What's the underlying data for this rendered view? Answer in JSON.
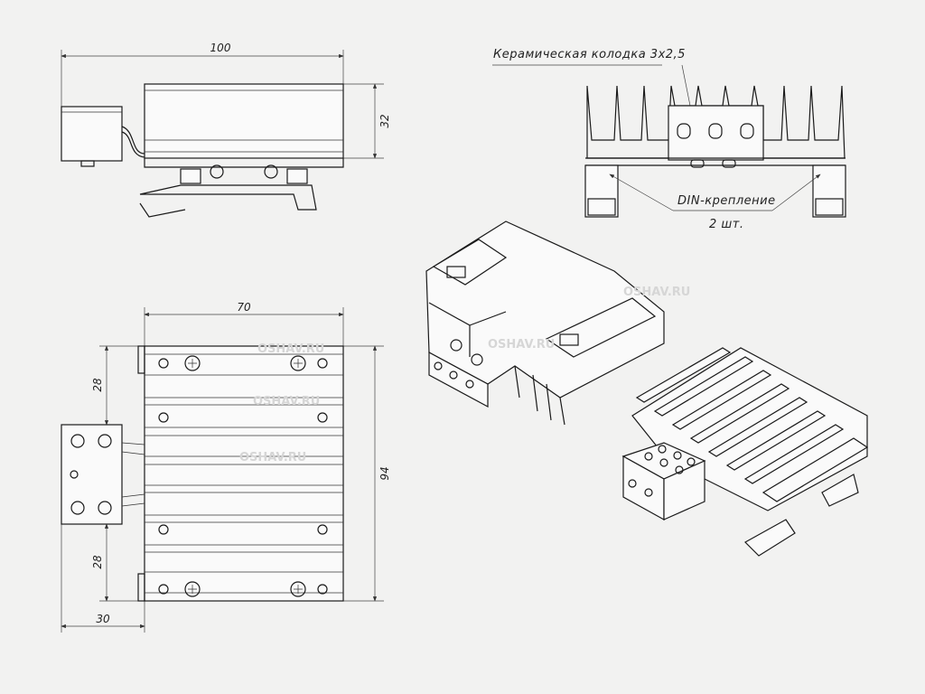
{
  "dimensions": {
    "side_length": "100",
    "side_height": "32",
    "plan_width": "70",
    "plan_height": "94",
    "plan_offset_top": "28",
    "plan_offset_bottom": "28",
    "terminal_width": "30"
  },
  "annotations": {
    "ceramic_block": "Керамическая колодка 3х2,5",
    "din_mount": "DIN-крепление",
    "din_qty": "2 шт."
  },
  "watermark": "OSHAV.RU"
}
